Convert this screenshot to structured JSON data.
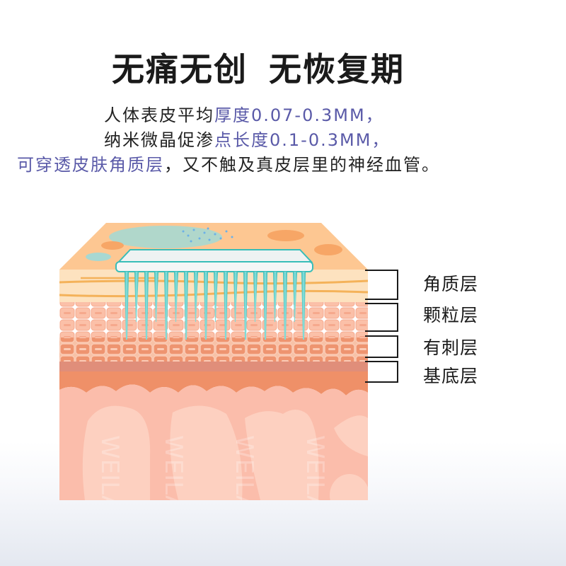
{
  "title": {
    "part1": "无痛无创",
    "part2": "无恢复期"
  },
  "description": {
    "line1": {
      "plain": "人体表皮平均",
      "highlight": "厚度0.07-0.3MM，"
    },
    "line2": {
      "plain": "纳米微晶促渗",
      "highlight": "点长度0.1-0.3MM，"
    },
    "line3": {
      "highlight": "可穿透皮肤角质层",
      "plain": "，又不触及真皮层里的神经血管。"
    }
  },
  "illustration": {
    "subject": "nano-microcrystal patch penetrating skin layers",
    "watermark": "WEILA"
  },
  "layers": [
    {
      "label": "角质层"
    },
    {
      "label": "颗粒层"
    },
    {
      "label": "有刺层"
    },
    {
      "label": "基底层"
    }
  ],
  "colors": {
    "title": "#1a1a1a",
    "text": "#222222",
    "highlight": "#5a5aa8",
    "epidermis_top": "#fcc993",
    "stratum_corneum": "#fde3c0",
    "granular": "#f4a88a",
    "spinous": "#ee9370",
    "basal": "#e88662",
    "dermis": "#fbbfae",
    "needle": "#3ec4c0"
  }
}
